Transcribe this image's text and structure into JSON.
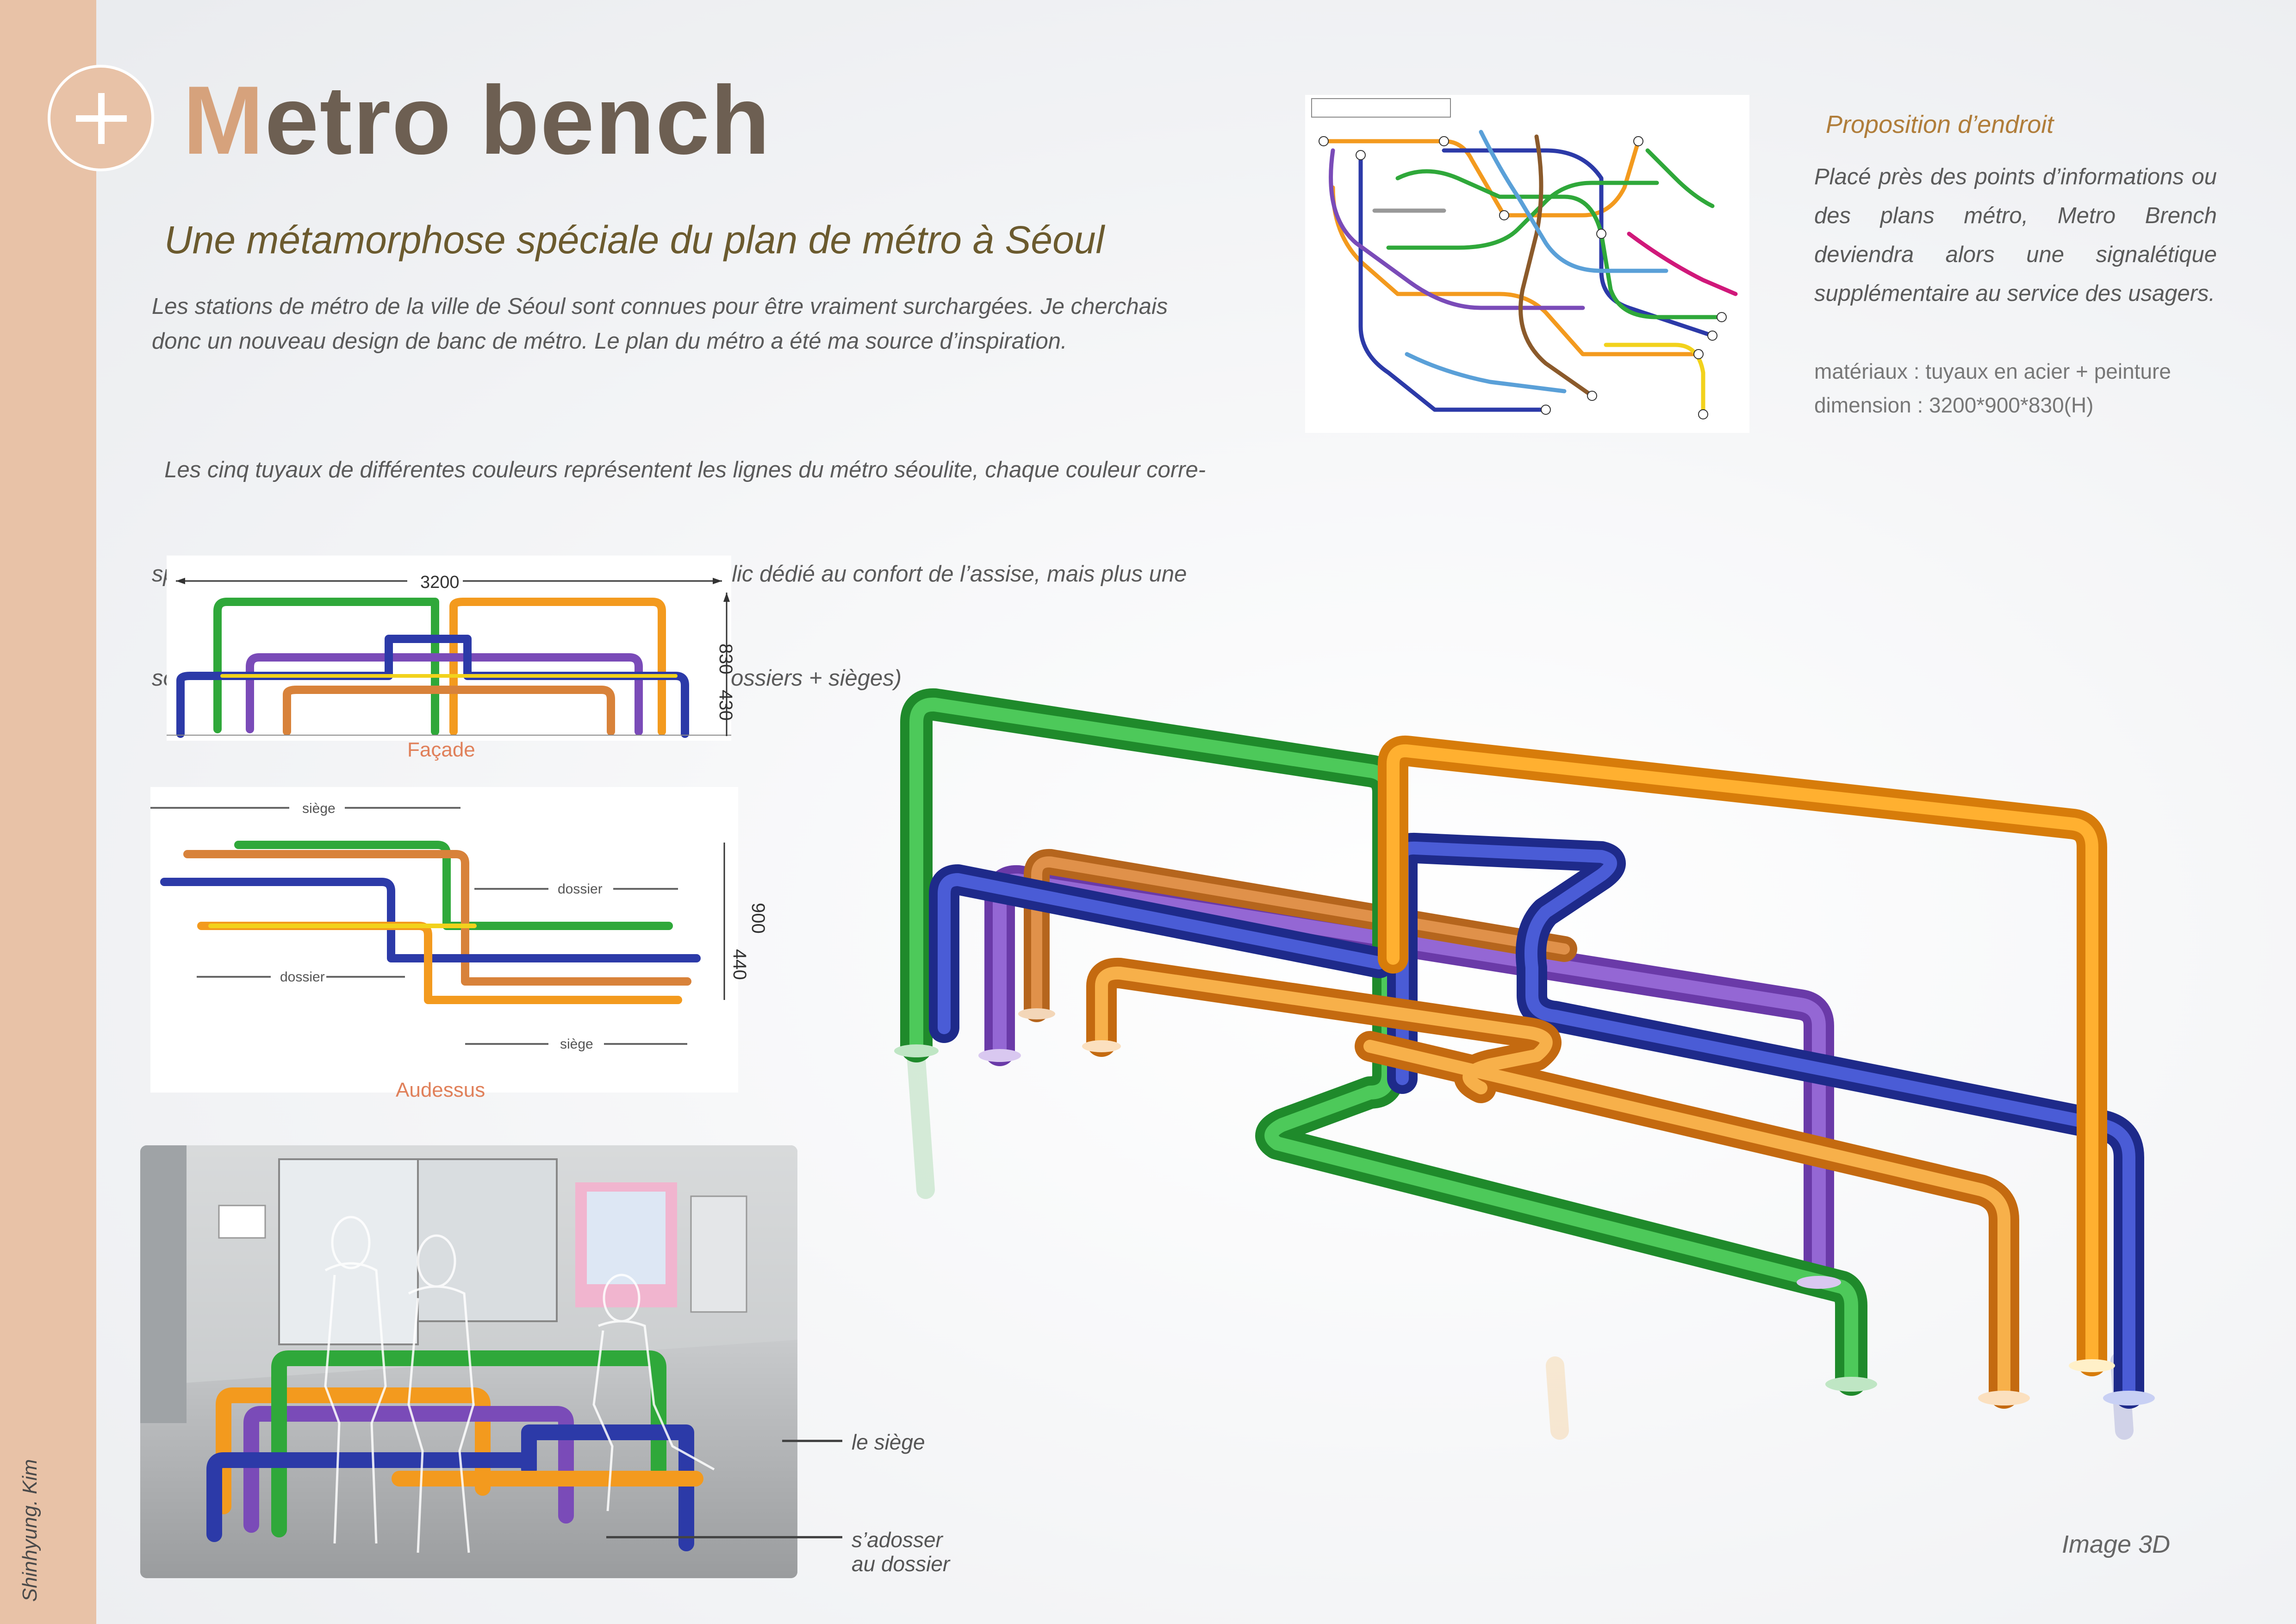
{
  "author": "Shinhyung. Kim",
  "title": {
    "first_letter": "M",
    "rest": "etro bench"
  },
  "subtitle": "Une métamorphose spéciale du plan de métro à Séoul",
  "intro": {
    "p1_line1": "Les stations de métro de la ville de Séoul sont connues pour être vraiment surchargées. Je cherchais",
    "p1_line2": "donc un nouveau design de banc de métro. Le plan du métro a été ma source d’inspiration.",
    "p2_line1": "  Les cinq tuyaux de différentes couleurs représentent les lignes du métro séoulite, chaque couleur corre-",
    "p2_line2": "spondant à une ligne. Metro Bench n’est pas un banc public dédié au confort de l’assise, mais plus une",
    "p2_line3": "solution permettant au plus grand nombre de s’asseoir. (dossiers + sièges)"
  },
  "location": {
    "heading": "Proposition d’endroit",
    "text": " Placé près des points d’informations ou des plans métro, Metro Brench deviendra alors une signalétique supplémentaire au service des usagers.",
    "material": "matériaux : tuyaux en acier + peinture",
    "dimension": "dimension : 3200*900*830(H)"
  },
  "facade": {
    "label": "Façade",
    "width": "3200",
    "height": "830",
    "seat_height": "430"
  },
  "top_view": {
    "label": "Audessus",
    "depth": "900",
    "seat_depth": "440",
    "siege_top": "siège",
    "dossier_right": "dossier",
    "dossier_left": "dossier",
    "siege_bottom": "siège"
  },
  "photo_annotations": {
    "seat": "le siège",
    "back_line1": "s’adosser",
    "back_line2": "au dossier"
  },
  "render_label": "Image 3D",
  "colors": {
    "sidebar": "#e8c2a7",
    "green": "#2fa83a",
    "orange": "#f39a1e",
    "blue": "#2c3aa8",
    "purple": "#7a4bb8",
    "brown_orange": "#d8823a",
    "yellow": "#f2d21c"
  },
  "icons": {
    "header": "plus-icon"
  }
}
